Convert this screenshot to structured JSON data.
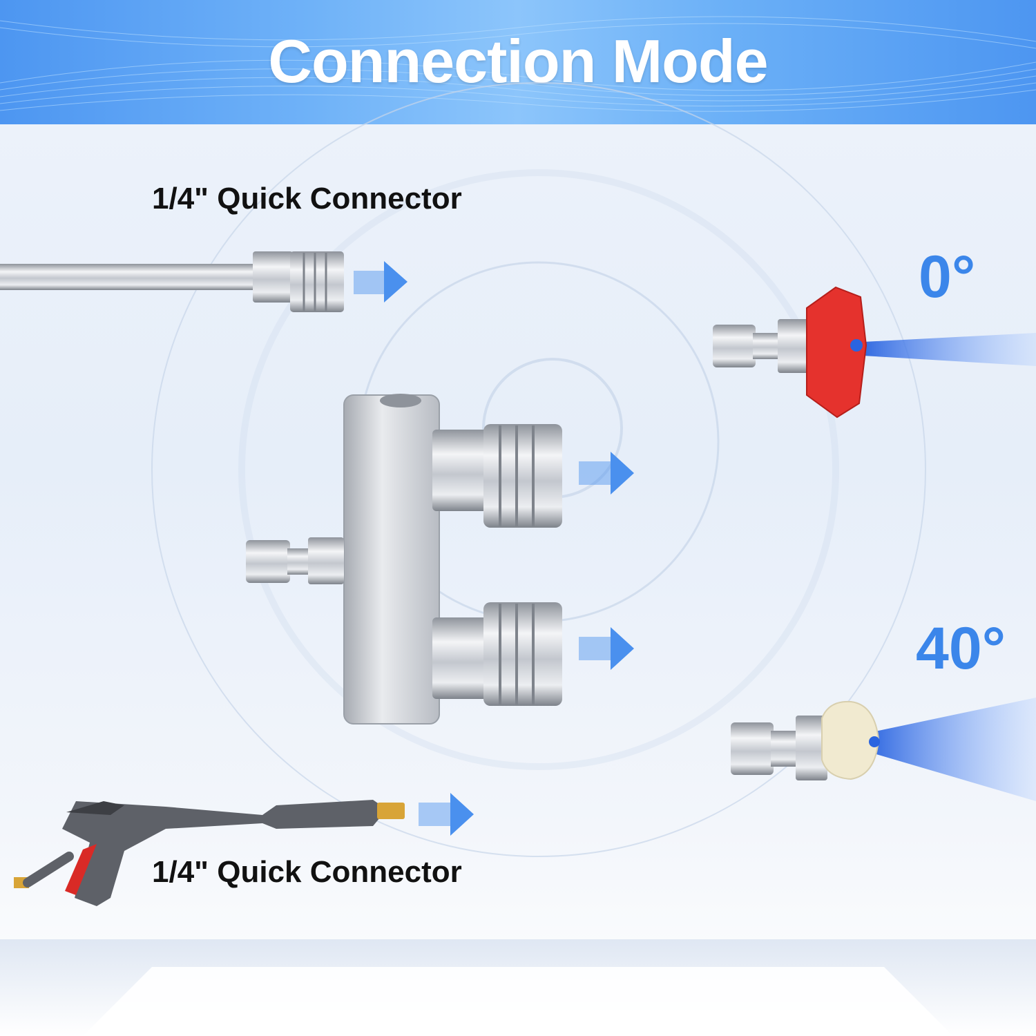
{
  "banner": {
    "title": "Connection Mode"
  },
  "labels": {
    "top_connector": "1/4\" Quick Connector",
    "bottom_connector": "1/4\" Quick Connector"
  },
  "nozzles": [
    {
      "angle": "0°",
      "color": "#e5322d"
    },
    {
      "angle": "40°",
      "color": "#f1ead0"
    }
  ],
  "colors": {
    "accent": "#3b86ea",
    "arrow": "#4a90ee",
    "steel": "#c9ccd2"
  }
}
